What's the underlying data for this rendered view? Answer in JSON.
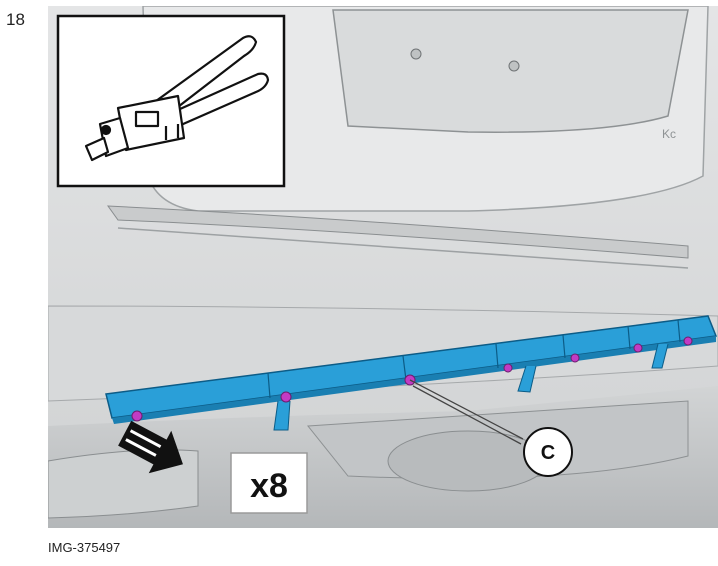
{
  "step": {
    "number": "18"
  },
  "callout": {
    "label": "C"
  },
  "quantity": {
    "label": "x8"
  },
  "caption": {
    "image_id": "IMG-375497"
  },
  "colors": {
    "bracket": "#2a9fd8",
    "bracket_edge": "#0c5c87",
    "fastener": "#c23bc4",
    "body": "#dcdedf"
  },
  "icons": {
    "tool": "rivet-gun-icon",
    "arrow": "direction-arrow-icon"
  }
}
